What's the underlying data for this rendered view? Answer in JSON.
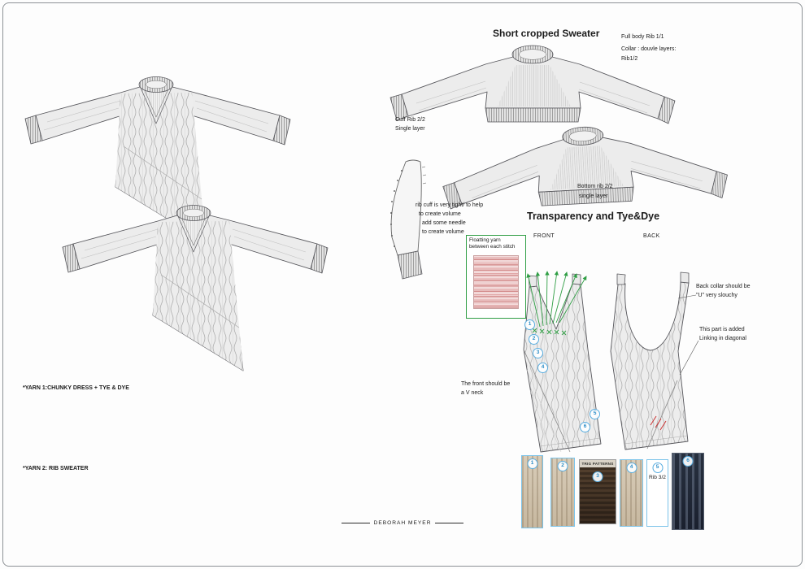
{
  "left_panel": {
    "yarn1_note": "*YARN 1:CHUNKY DRESS + TYE & DYE",
    "yarn2_note": "*YARN 2: RIB SWEATER"
  },
  "sweater_panel": {
    "title": "Short cropped Sweater",
    "full_body_note": "Full body Rib 1/1",
    "collar_note1": "Collar : douvle layers:",
    "collar_note2": "Rib1/2",
    "cuff_note1": "Cuff Rib 2/2",
    "cuff_note2": "Single layer",
    "bottom_note1": "Bottom rib 2/2",
    "bottom_note2": "single layer",
    "sleeve_note1": "rib cuff is very tight/ to help",
    "sleeve_note2": "to create volume",
    "sleeve_note3": "add some needle",
    "sleeve_note4": "to create volume"
  },
  "dye_panel": {
    "title": "Transparency and Tye&Dye",
    "front_label": "FRONT",
    "back_label": "BACK",
    "floating_note1": "Floatting yarn",
    "floating_note2": "between each stitch",
    "back_collar_note1": "Back collar should be",
    "back_collar_note2": "\"U\" very slouchy",
    "added_part_note1": "This part is added",
    "added_part_note2": "Linking in diagonal",
    "front_neck_note1": "The front should be",
    "front_neck_note2": "a V neck",
    "callouts": [
      "1",
      "2",
      "3",
      "4",
      "5",
      "6"
    ],
    "swatches": [
      {
        "number": "1"
      },
      {
        "number": "2"
      },
      {
        "number": "3",
        "label": "TRIG PATTERNS"
      },
      {
        "number": "4"
      },
      {
        "number": "5",
        "label": "Rib 3/2"
      },
      {
        "number": "6"
      }
    ]
  },
  "footer": {
    "name": "DEBORAH MEYER"
  },
  "colors": {
    "annotation_green": "#2f9e44",
    "callout_blue": "#58ade0",
    "seam_red": "#cc3333",
    "garment_gray": "#ececec"
  }
}
